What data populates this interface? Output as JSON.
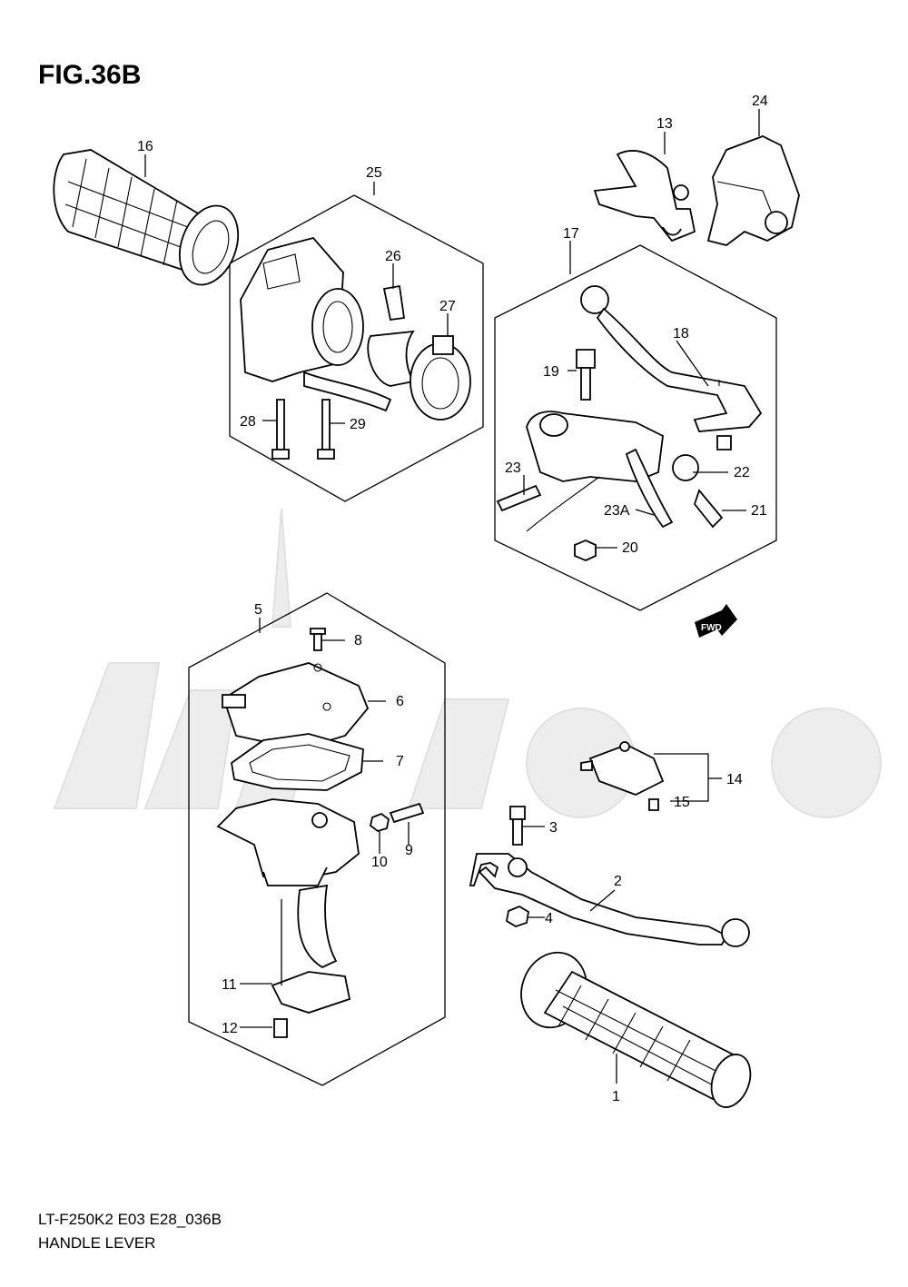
{
  "title": "FIG.36B",
  "footer": {
    "code": "LT-F250K2 E03 E28_036B",
    "name": "HANDLE LEVER"
  },
  "fwd_label": "FWD",
  "callouts": [
    "1",
    "2",
    "3",
    "4",
    "5",
    "6",
    "7",
    "8",
    "9",
    "10",
    "11",
    "12",
    "13",
    "14",
    "15",
    "16",
    "17",
    "18",
    "19",
    "20",
    "21",
    "22",
    "23",
    "23A",
    "24",
    "25",
    "26",
    "27",
    "28",
    "29"
  ]
}
